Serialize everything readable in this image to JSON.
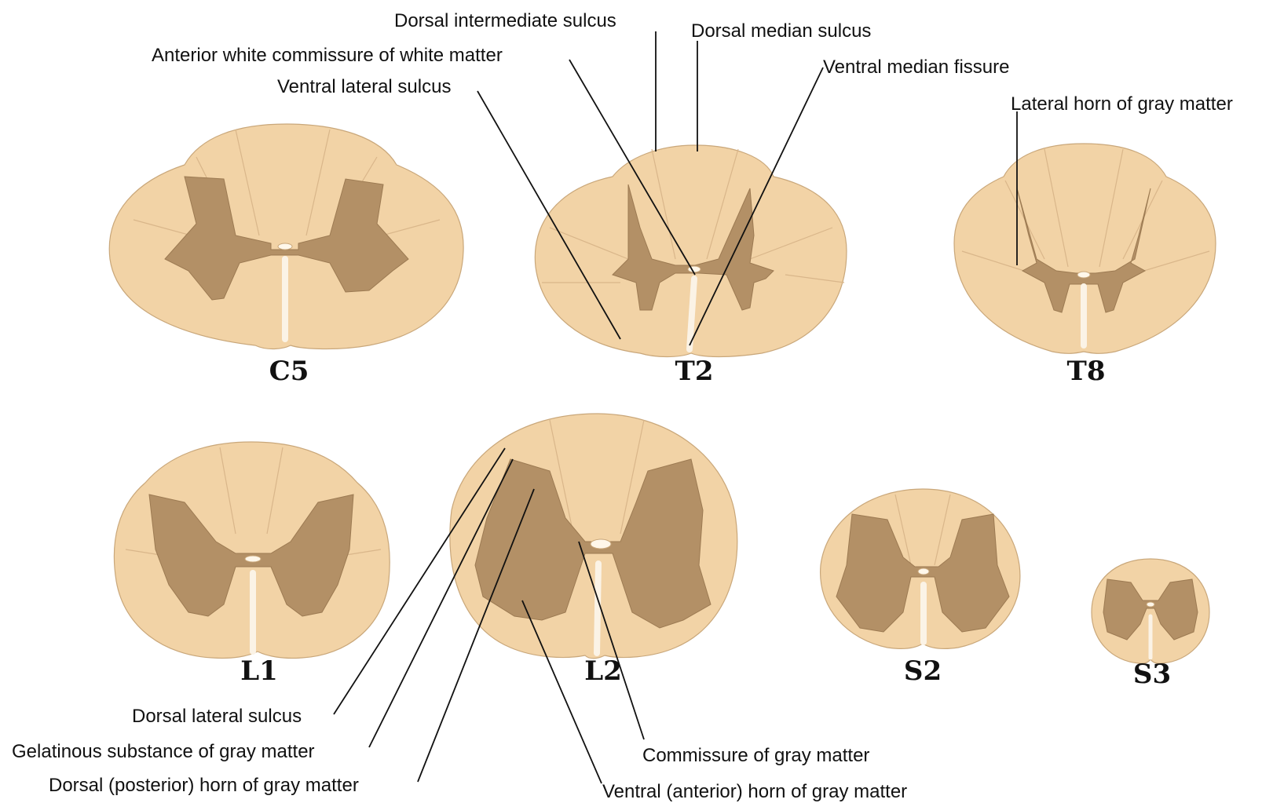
{
  "diagram": {
    "segments": [
      {
        "id": "c5",
        "label": "C5"
      },
      {
        "id": "t2",
        "label": "T2"
      },
      {
        "id": "t8",
        "label": "T8"
      },
      {
        "id": "l1",
        "label": "L1"
      },
      {
        "id": "l2",
        "label": "L2"
      },
      {
        "id": "s2",
        "label": "S2"
      },
      {
        "id": "s3",
        "label": "S3"
      }
    ],
    "labels": {
      "dorsal_intermediate_sulcus": "Dorsal intermediate sulcus",
      "dorsal_median_sulcus": "Dorsal median sulcus",
      "anterior_white_commissure": "Anterior white commissure of white matter",
      "ventral_median_fissure": "Ventral median fissure",
      "ventral_lateral_sulcus": "Ventral lateral sulcus",
      "lateral_horn": "Lateral horn of gray matter",
      "dorsal_lateral_sulcus": "Dorsal lateral sulcus",
      "gelatinous_substance": "Gelatinous substance of gray matter",
      "dorsal_horn": "Dorsal (posterior) horn of gray matter",
      "commissure_gray": "Commissure of gray matter",
      "ventral_horn": "Ventral (anterior) horn of gray matter"
    },
    "colors": {
      "white_matter": "#f2d3a6",
      "gray_matter": "#b39066",
      "background": "#ffffff",
      "text": "#111111"
    }
  }
}
